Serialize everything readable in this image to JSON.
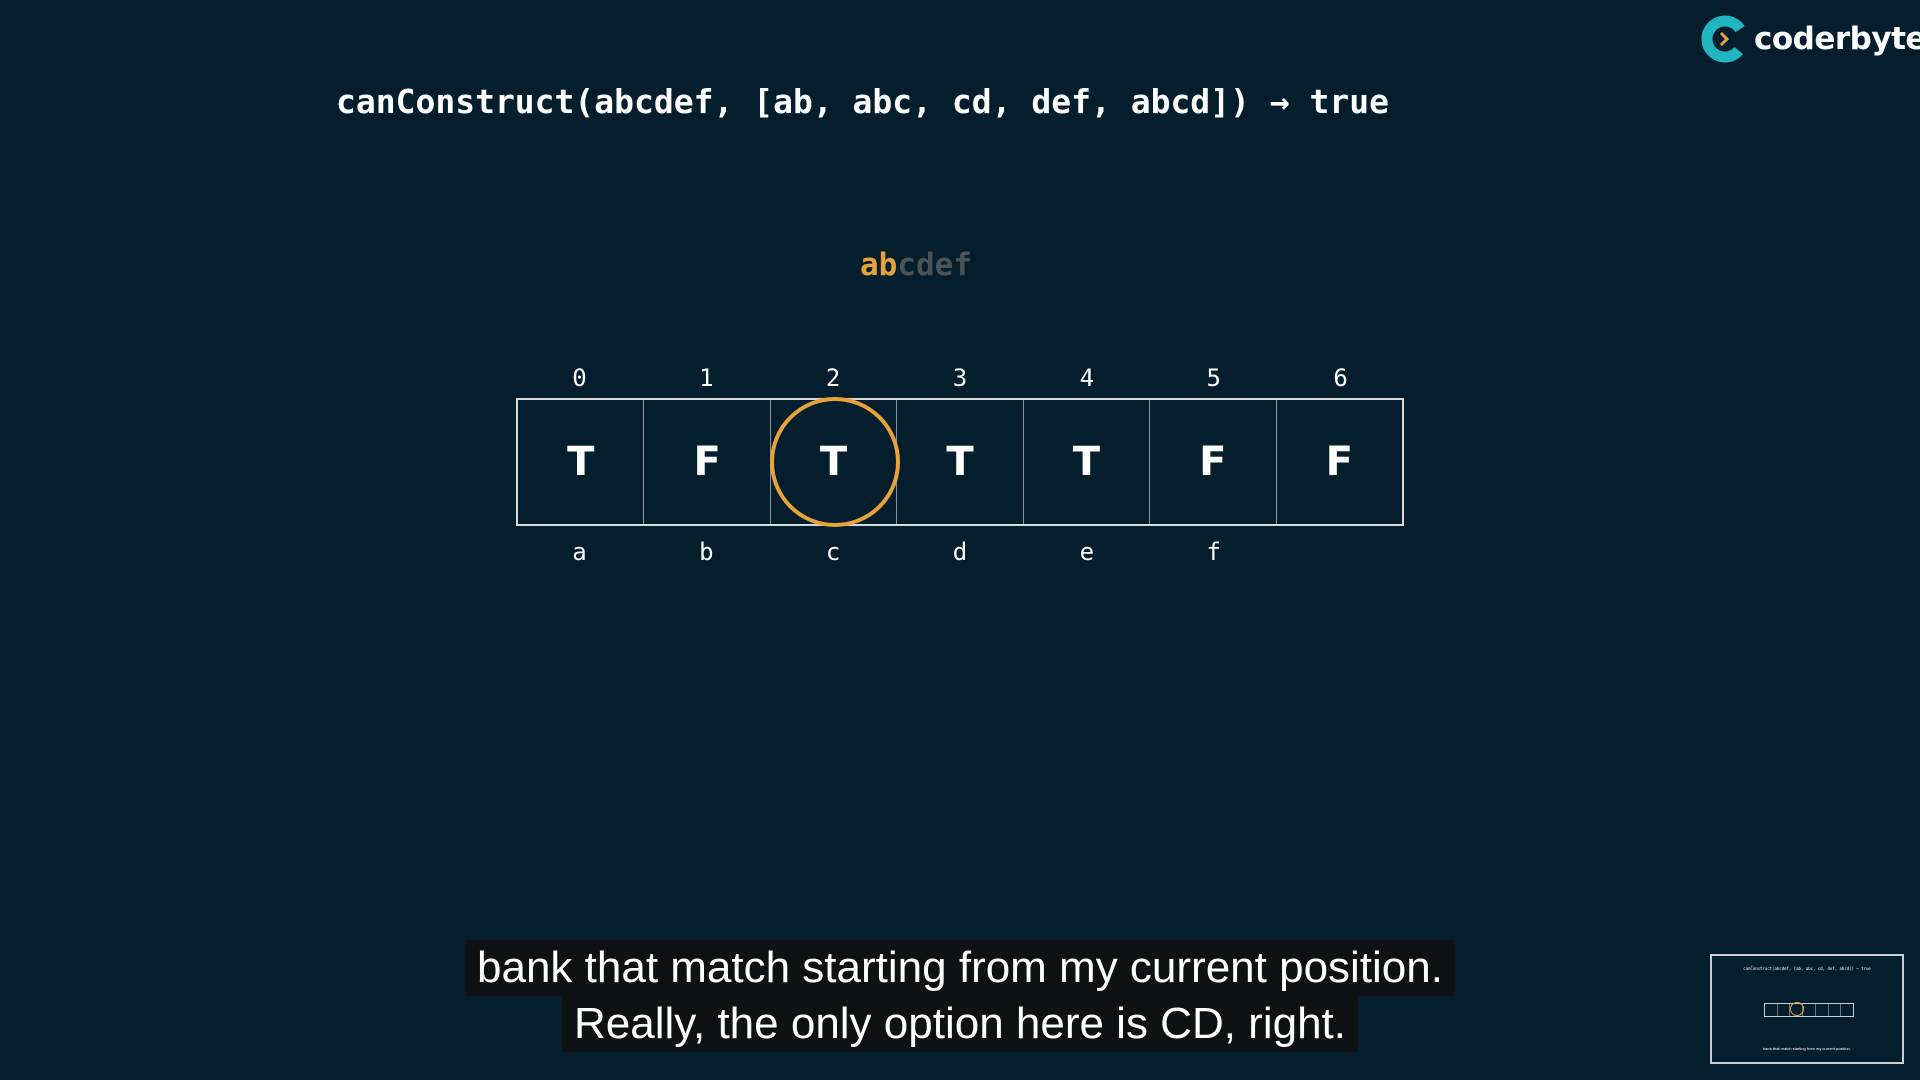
{
  "brand": {
    "name": "coderbyte",
    "accent_color": "#1fb6c1",
    "icon": "coderbyte-logo-icon"
  },
  "slide": {
    "title": "canConstruct(abcdef, [ab, abc, cd, def, abcd]) → true",
    "target_matched": "ab",
    "target_rest": "cdef",
    "indices": [
      "0",
      "1",
      "2",
      "3",
      "4",
      "5",
      "6"
    ],
    "cells": [
      "T",
      "F",
      "T",
      "T",
      "T",
      "F",
      "F"
    ],
    "chars": [
      "a",
      "b",
      "c",
      "d",
      "e",
      "f"
    ],
    "highlight_index": 2,
    "highlight_color": "#e8a23b"
  },
  "captions": {
    "line1": "bank that match starting from my current position.",
    "line2": "Really, the only option here is CD, right."
  }
}
